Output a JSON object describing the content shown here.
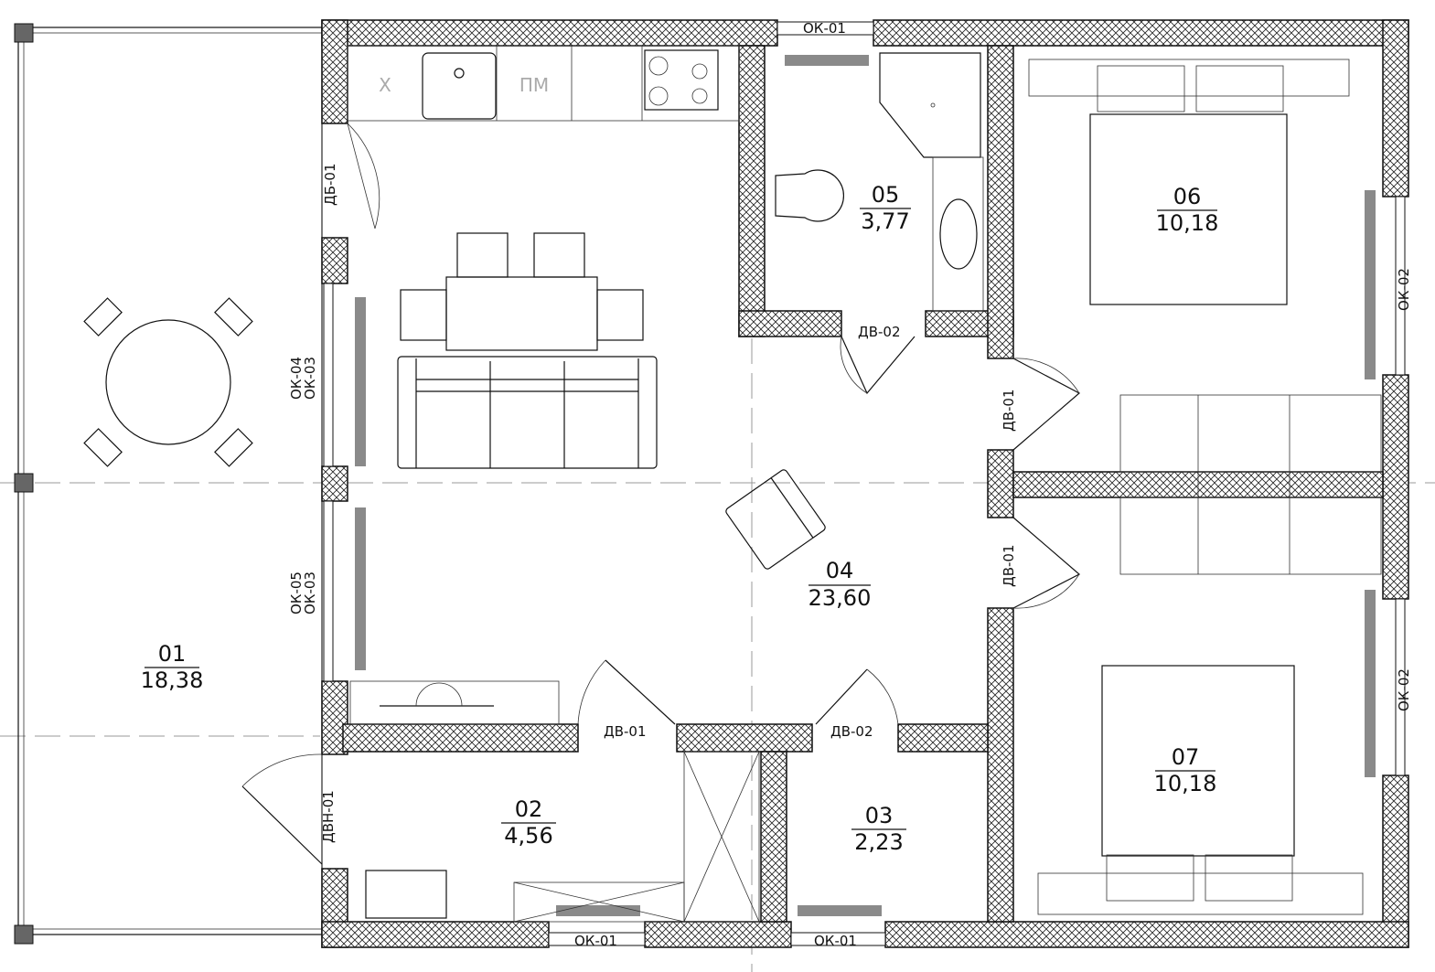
{
  "plan": {
    "rooms": [
      {
        "id": "01",
        "area": "18,38"
      },
      {
        "id": "02",
        "area": "4,56"
      },
      {
        "id": "03",
        "area": "2,23"
      },
      {
        "id": "04",
        "area": "23,60"
      },
      {
        "id": "05",
        "area": "3,77"
      },
      {
        "id": "06",
        "area": "10,18"
      },
      {
        "id": "07",
        "area": "10,18"
      }
    ],
    "openings": {
      "ok01_top": "ОК-01",
      "ok01_bottom_left": "ОК-01",
      "ok01_bottom_right": "ОК-01",
      "db01": "ДБ-01",
      "ok04": "ОК-04",
      "ok03_a": "ОК-03",
      "ok05": "ОК-05",
      "ok03_b": "ОК-03",
      "dvn01": "ДВН-01",
      "dv02_bath": "ДВ-02",
      "dv01_bed06": "ДВ-01",
      "dv01_bed07": "ДВ-01",
      "dv01_hall": "ДВ-01",
      "dv02_hall": "ДВ-02",
      "ok02_top": "ОК-02",
      "ok02_bottom": "ОК-02"
    },
    "kitchen": {
      "fridge": "Х",
      "dishwasher": "ПМ"
    }
  }
}
